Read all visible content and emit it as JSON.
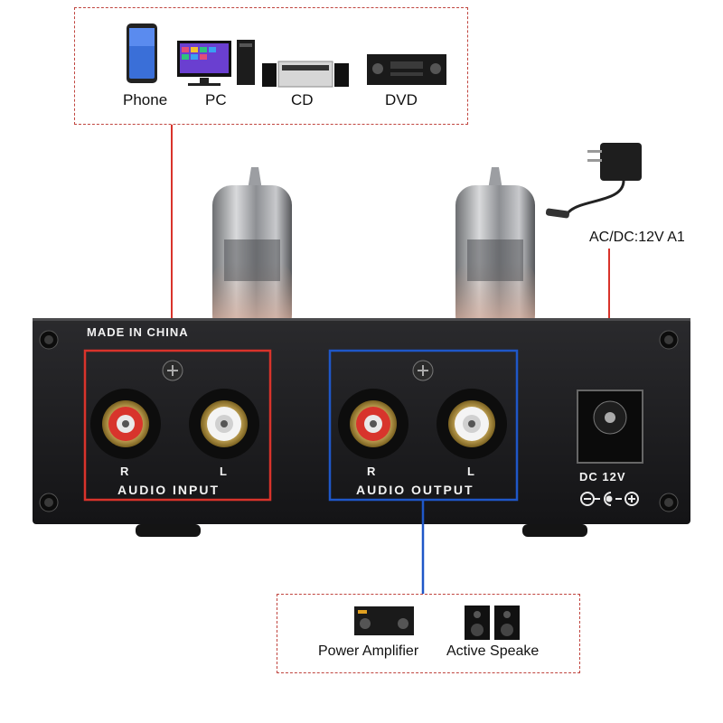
{
  "sources": {
    "phone_label": "Phone",
    "pc_label": "PC",
    "cd_label": "CD",
    "dvd_label": "DVD"
  },
  "power": {
    "adapter_label": "AC/DC:12V A1"
  },
  "panel": {
    "made_in": "MADE IN CHINA",
    "input": {
      "title": "AUDIO INPUT",
      "right": "R",
      "left": "L"
    },
    "output": {
      "title": "AUDIO OUTPUT",
      "right": "R",
      "left": "L"
    },
    "dc_label": "DC 12V"
  },
  "outputs": {
    "amplifier_label": "Power Amplifier",
    "speaker_label": "Active Speake"
  },
  "colors": {
    "dashed_border": "#c0453f",
    "input_highlight": "#d9332b",
    "output_highlight": "#1f57c8",
    "panel": "#1b1b1d"
  },
  "icons": [
    "phone-icon",
    "pc-icon",
    "cd-player-icon",
    "dvd-player-icon",
    "power-adapter-icon",
    "power-amplifier-icon",
    "speaker-icon",
    "vacuum-tube-icon"
  ]
}
